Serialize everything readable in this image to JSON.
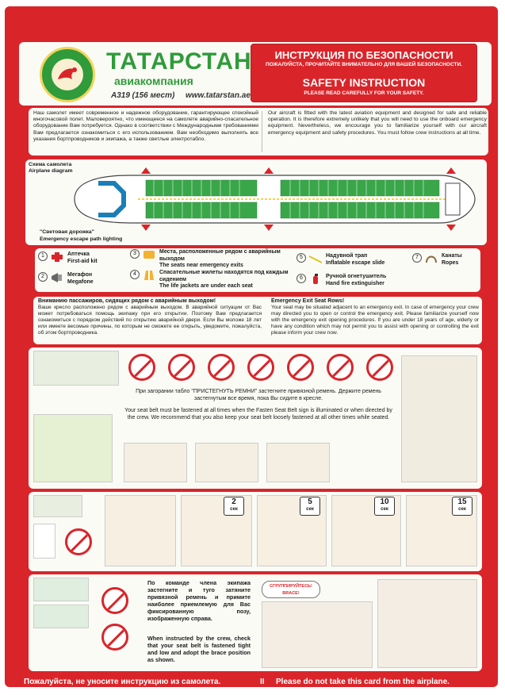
{
  "header": {
    "brand": "ТАТАРСТАН",
    "brand_sub": "авиакомпания",
    "model": "A319 (156 мест)",
    "url": "www.tatarstan.aero",
    "title_ru": "ИНСТРУКЦИЯ ПО БЕЗОПАСНОСТИ",
    "subtitle_ru": "ПОЖАЛУЙСТА, ПРОЧИТАЙТЕ ВНИМАТЕЛЬНО ДЛЯ ВАШЕЙ БЕЗОПАСНОСТИ.",
    "title_en": "SAFETY INSTRUCTION",
    "subtitle_en": "PLEASE READ CAREFULLY FOR YOUR SAFETY."
  },
  "intro": {
    "ru": "Наш самолет имеет современное и надежное оборудование, гарантирующее спокойный многочасовой полет. Маловероятно, что имеющееся на самолете аварийно-спасательное оборудование Вам потребуется. Однако в соответствии с Международными требованиями Вам предлагается ознакомиться с его использованием. Вам необходимо выполнять все указания бортпроводников и экипажа, а также светлые электротабло.",
    "en": "Our aircraft is fitted with the latest aviation equipment and designed for safe and reliable operation. It is therefore extremely unlikely that you will need to use the onboard emergency equipment. Nevertheless, we encourage you to familiarize yourself with our aircraft emergency equipment and safety procedures. You must follow crew instructions at all time."
  },
  "diagram": {
    "label_ru": "Схема самолета",
    "label_en": "Airplane diagram",
    "path_ru": "\"Световая дорожка\"",
    "path_en": "Emergency escape path lighting"
  },
  "legend": [
    {
      "num": "1",
      "ru": "Аптечка",
      "en": "First-aid kit",
      "icon": "first-aid-icon"
    },
    {
      "num": "2",
      "ru": "Мегафон",
      "en": "Megafone",
      "icon": "megaphone-icon"
    },
    {
      "num": "3",
      "ru": "Места, расположенные рядом с аварийным выходом",
      "en": "The seats near emergency exits",
      "icon": "exit-seat-icon"
    },
    {
      "num": "4",
      "ru": "Спасательные жилеты находятся под каждым сидением",
      "en": "The life jackets are under each seat",
      "icon": "life-jacket-icon"
    },
    {
      "num": "5",
      "ru": "Надувной трап",
      "en": "Inflatable escape slide",
      "icon": "slide-icon"
    },
    {
      "num": "6",
      "ru": "Ручной огнетушитель",
      "en": "Hand fire extinguisher",
      "icon": "extinguisher-icon"
    },
    {
      "num": "7",
      "ru": "Канаты",
      "en": "Ropes",
      "icon": "rope-icon"
    }
  ],
  "exit_seats": {
    "ru_title": "Вниманию пассажиров, сидящих рядом с аварийным выходом!",
    "ru": "Ваше кресло расположено рядом с аварийным выходом. В аварийной ситуации от Вас может потребоваться помощь экипажу при его открытии. Поэтому Вам предлагается ознакомиться с порядком действий по открытию аварийной двери. Если Вы моложе 18 лет или имеете весомые причины, по которым не сможете ее открыть, уведомите, пожалуйста, об этом бортпроводника.",
    "en_title": "Emergency Exit Seat Rows!",
    "en": "Your seat may be situated adjacent to an emergency exit. In case of emergency your crew may directed you to open or control the emergency exit. Please familiarize yourself now with the emergency exit opening procedures. If you are under 18 years of age, elderly or have any condition which may not permit you to assist with opening or controlling the exit please inform your crew now."
  },
  "belt": {
    "ru": "При загорании табло \"ПРИСТЕГНУТЬ РЕМНИ\" застегните привязной ремень. Держите ремень застегнутым все время, пока Вы сидите в кресле.",
    "en": "Your seat belt must be fastened at all times when the Fasten Seat Belt sign is illuminated or when directed by the crew. We recommend that you also keep your seat belt loosely fastened at all other times while seated."
  },
  "oxygen": {
    "steps": [
      {
        "value": "2",
        "unit": "сек"
      },
      {
        "value": "5",
        "unit": "сек"
      },
      {
        "value": "10",
        "unit": "сек"
      },
      {
        "value": "15",
        "unit": "сек"
      }
    ]
  },
  "brace": {
    "ru": "По команде члена экипажа застегните и туго затяните привязной ремень и примите наиболее приемлемую для Вас фиксированную позу, изображенную справа.",
    "en": "When instructed by the crew, check that your seat belt is fastened tight and low and adopt the brace position as shown.",
    "bubble": "СГРУППИРУЙТЕСЬ! BRACE!"
  },
  "footer": {
    "ru": "Пожалуйста, не уносите инструкцию из самолета.",
    "sep": "II",
    "en": "Please  do not take this card from the airplane."
  },
  "colors": {
    "red": "#d9252a",
    "green": "#2f9b3a",
    "panel": "#fbfbf6"
  }
}
